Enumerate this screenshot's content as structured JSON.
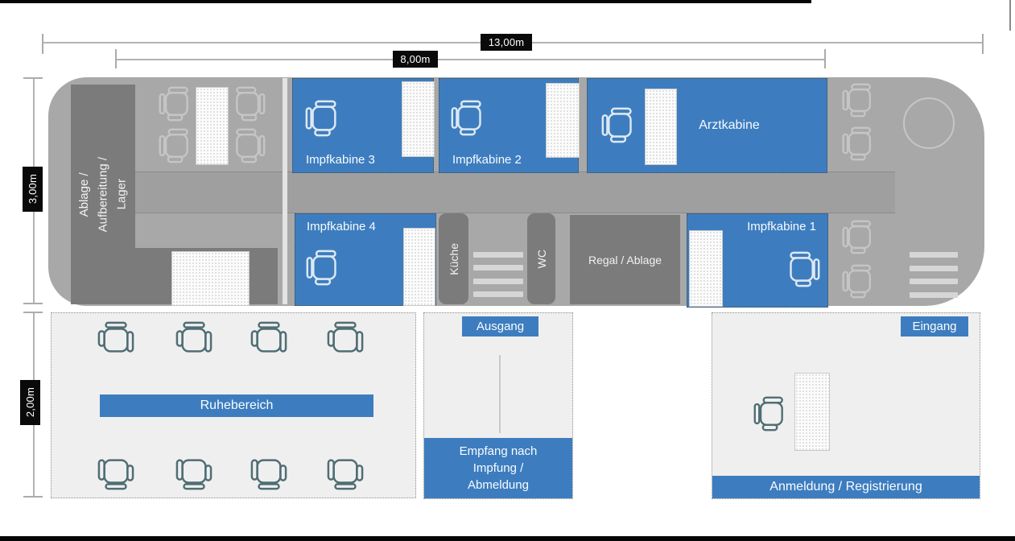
{
  "dimensions": {
    "bus_length": "13,00m",
    "cabin_length": "8,00m",
    "bus_width": "3,00m",
    "waiting_area_depth": "2,00m"
  },
  "bus": {
    "storage_room": "Ablage /\nAufbereitung /\nLager",
    "vaccination_booth_3": "Impfkabine 3",
    "vaccination_booth_2": "Impfkabine 2",
    "doctor_cabin": "Arztkabine",
    "vaccination_booth_4": "Impfkabine 4",
    "kitchen": "Küche",
    "wc": "WC",
    "shelf": "Regal / Ablage",
    "vaccination_booth_1": "Impfkabine 1"
  },
  "outdoor": {
    "rest_area": "Ruhebereich",
    "exit": "Ausgang",
    "reception_after_vaccination": "Empfang nach\nImpfung /\nAbmeldung",
    "entrance": "Eingang",
    "registration": "Anmeldung / Registrierung"
  },
  "colors": {
    "accent_blue": "#3D7DBF",
    "bus_body_gray": "#A8A8A8",
    "dark_room_gray": "#7B7B7B",
    "outdoor_area_gray": "#F0EFEF",
    "dimension_label_bg": "#0A0A0A"
  }
}
